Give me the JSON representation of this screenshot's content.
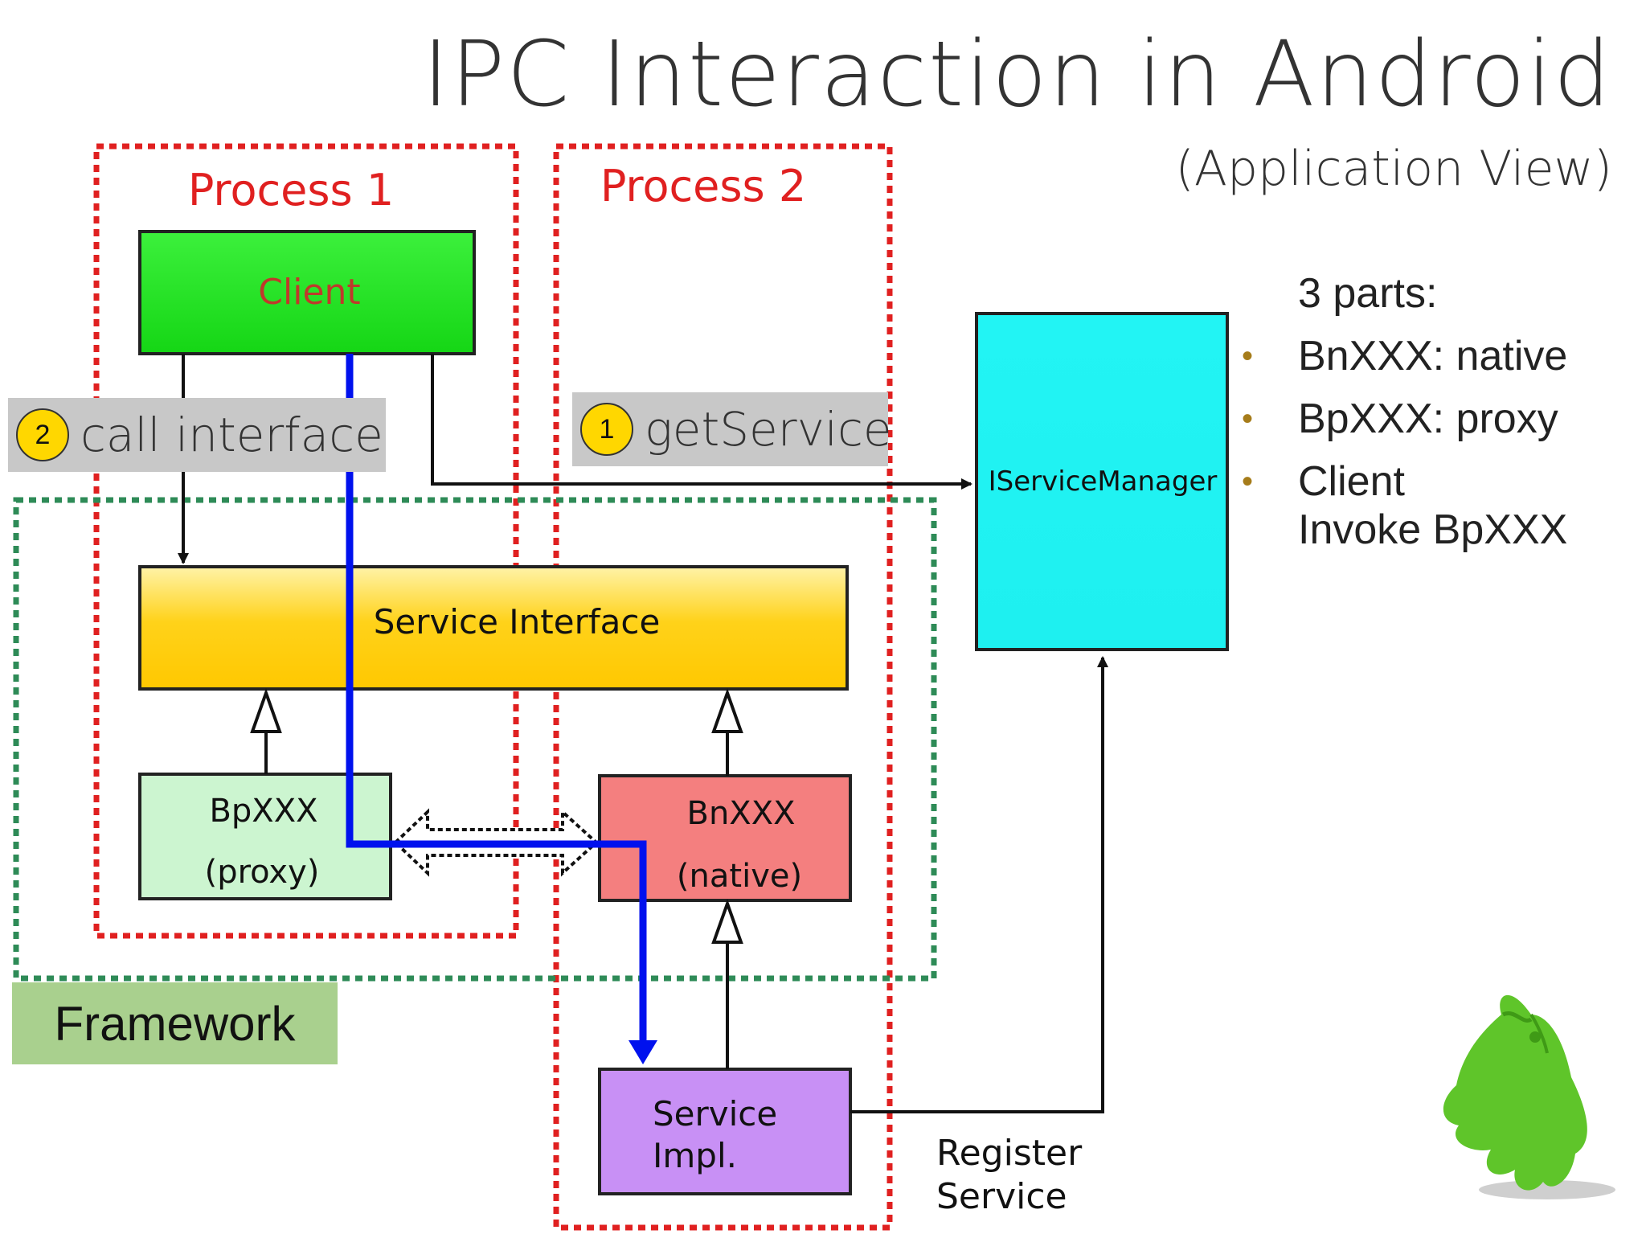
{
  "title": "IPC Interaction in Android",
  "subtitle": "(Application View)",
  "parts": {
    "heading": "3 parts:",
    "items": [
      {
        "line1": "BnXXX: native",
        "line2": ""
      },
      {
        "line1": "BpXXX: proxy",
        "line2": ""
      },
      {
        "line1": "Client",
        "line2": "Invoke BpXXX"
      }
    ]
  },
  "regions": {
    "process1": "Process 1",
    "process2": "Process 2",
    "framework": "Framework"
  },
  "boxes": {
    "client": "Client",
    "service_interface": "Service Interface",
    "bp_line1": "BpXXX",
    "bp_line2": "(proxy)",
    "bn_line1": "BnXXX",
    "bn_line2": "(native)",
    "impl_line1": "Service",
    "impl_line2": "Impl.",
    "service_manager": "IServiceManager"
  },
  "callouts": {
    "call_interface": {
      "num": "2",
      "text": "call interface"
    },
    "get_service": {
      "num": "1",
      "text": "getService"
    }
  },
  "register": {
    "line1": "Register",
    "line2": "Service"
  },
  "colors": {
    "process_border": "#e02020",
    "framework_border": "#2e8b57",
    "client_fill": "#22ee22",
    "interface_fill": "#ffd21a",
    "bp_fill": "#ccf5d0",
    "bn_fill": "#f47f7f",
    "impl_fill": "#c890f5",
    "manager_fill": "#1ff2f2",
    "flow_line": "#0011ee",
    "mascot": "#5fc52a"
  }
}
